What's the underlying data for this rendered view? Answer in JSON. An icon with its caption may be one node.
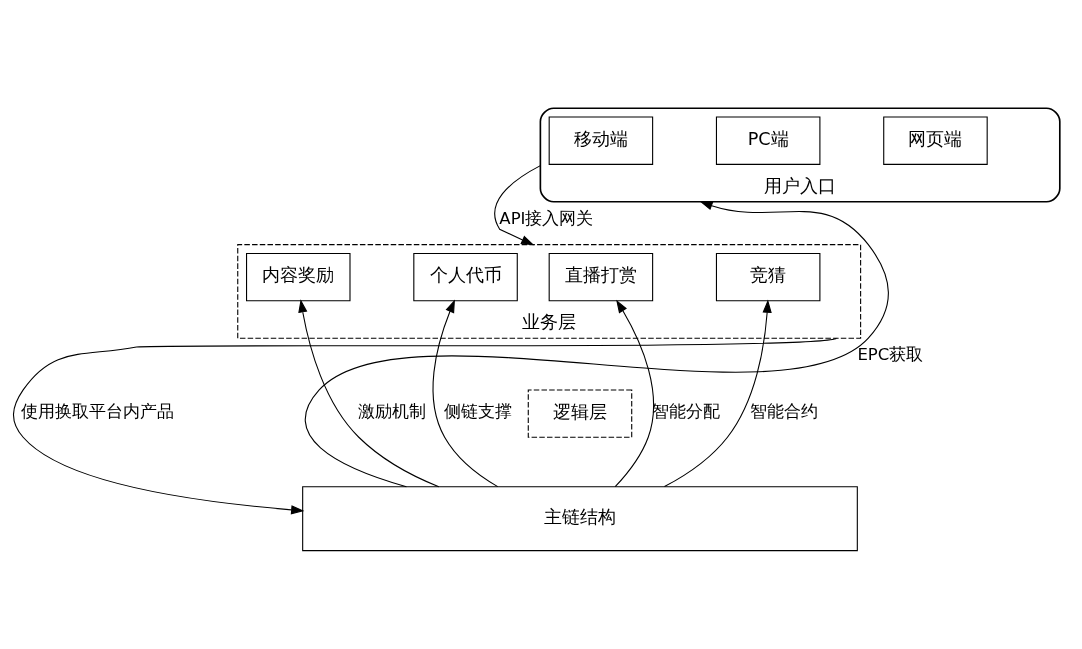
{
  "diagram": {
    "nodes": [
      {
        "text": [
          "用户入口"
        ]
      },
      {
        "text": [
          "移动端"
        ],
        "in": 0
      },
      {
        "text": [
          "PC端"
        ],
        "in": 0
      },
      {
        "text": [
          "网页端"
        ],
        "in": 0
      },
      {
        "text": [
          "业务层"
        ]
      },
      {
        "text": [
          "直播打赏"
        ],
        "in": 4
      },
      {
        "text": [
          "竞猜"
        ],
        "in": 4
      },
      {
        "text": [
          "内容奖励"
        ],
        "in": 4
      },
      {
        "text": [
          "个人代币"
        ],
        "in": 4
      },
      {
        "text": [
          "逻辑层"
        ]
      },
      {
        "text": [
          "主链结构"
        ]
      }
    ],
    "edges": [
      {
        "from": 0,
        "to": 4,
        "arrow": "to",
        "label": "API接入网关"
      },
      {
        "from": 10,
        "to": 5,
        "arrow": "to",
        "label": "智能分配"
      },
      {
        "from": 10,
        "to": 6,
        "arrow": "to",
        "label": "智能合约"
      },
      {
        "from": 10,
        "to": 7,
        "arrow": "to",
        "label": "激励机制"
      },
      {
        "from": 10,
        "to": 8,
        "arrow": "to",
        "label": "侧链支撑"
      },
      {
        "from": 10,
        "to": 0,
        "arrow": "to",
        "label": "EPC获取"
      },
      {
        "from": 4,
        "to": 10,
        "arrow": "to",
        "label": "使用换取平台内产品"
      }
    ]
  }
}
